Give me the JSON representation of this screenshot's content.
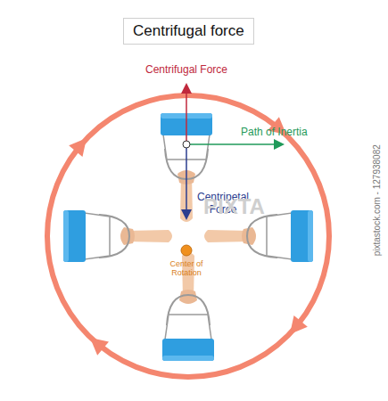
{
  "diagram": {
    "title": "Centrifugal force",
    "labels": [
      "Centrifugal Force",
      "Path of Inertia",
      "Centripetal Force",
      "Center of Rotation",
      "PIXTA",
      "pixtastock.com - 127938082"
    ]
  }
}
